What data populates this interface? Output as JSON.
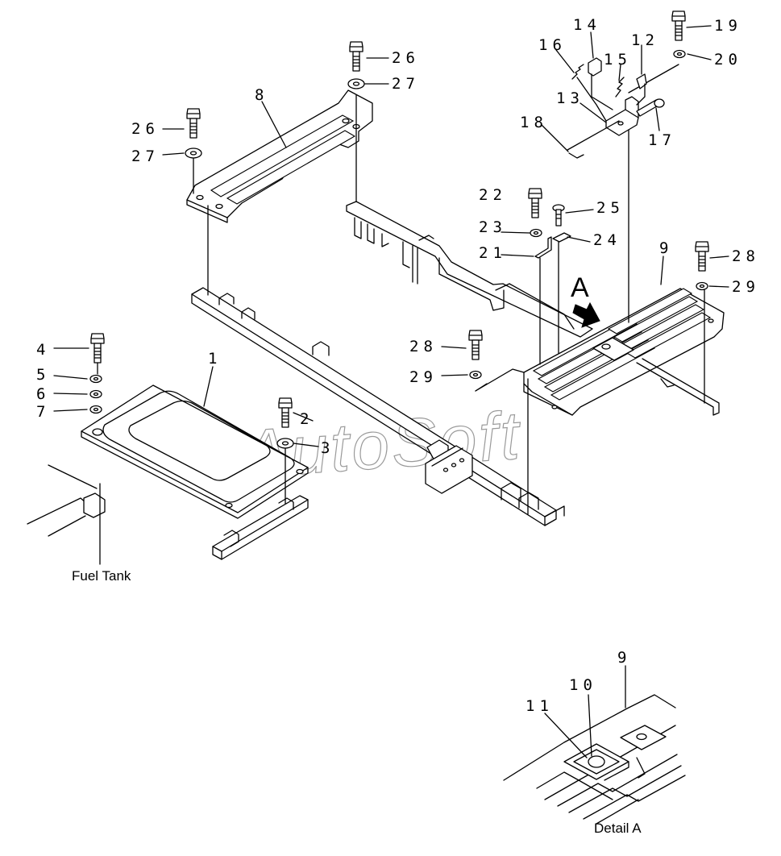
{
  "watermark": "AutoSoft",
  "captions": {
    "fuel_tank": "Fuel Tank",
    "detail": "Detail A"
  },
  "view_marker": "A",
  "callouts": {
    "c1": "1",
    "c2": "2",
    "c3": "3",
    "c4": "4",
    "c5": "5",
    "c6": "6",
    "c7": "7",
    "c8": "8",
    "c9": "9",
    "c9d": "9",
    "c10": "10",
    "c11": "11",
    "c12": "12",
    "c13": "13",
    "c14": "14",
    "c15": "15",
    "c16": "16",
    "c17": "17",
    "c18": "18",
    "c19": "19",
    "c20": "20",
    "c21": "21",
    "c22": "22",
    "c23": "23",
    "c24": "24",
    "c25": "25",
    "c26a": "26",
    "c26b": "26",
    "c27a": "27",
    "c27b": "27",
    "c28a": "28",
    "c28b": "28",
    "c29a": "29",
    "c29b": "29"
  }
}
